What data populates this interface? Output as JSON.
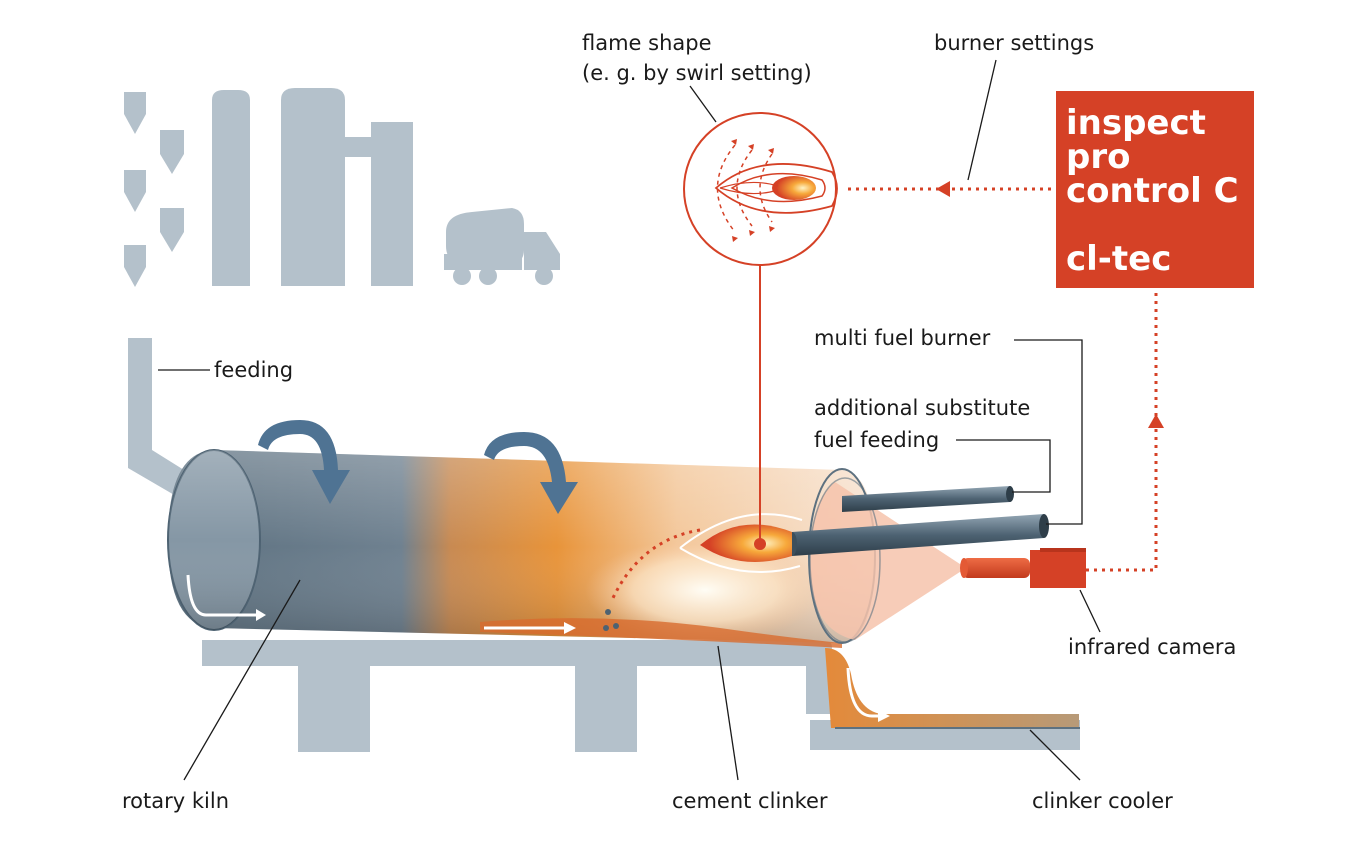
{
  "labels": {
    "flame_shape_line1": "flame shape",
    "flame_shape_line2": "(e. g. by swirl setting)",
    "burner_settings": "burner settings",
    "feeding": "feeding",
    "multi_fuel_burner": "multi fuel burner",
    "substitute_line1": "additional substitute",
    "substitute_line2": "fuel feeding",
    "infrared_camera": "infrared camera",
    "rotary_kiln": "rotary kiln",
    "cement_clinker": "cement clinker",
    "clinker_cooler": "clinker cooler"
  },
  "brand_box": {
    "line1": "inspect",
    "line2": "pro",
    "line3": "control C",
    "company": "cl-tec"
  },
  "colors": {
    "accent_red": "#d54126",
    "silhouette_gray": "#b4c1cb",
    "kiln_gray": "#6b7f8f",
    "kiln_orange": "#e0913a",
    "rotation_arrow": "#4f7393"
  },
  "icons": [
    "silo-icon",
    "mixer-truck-icon",
    "rotation-arrow-icon",
    "infrared-camera-icon",
    "flame-icon"
  ]
}
